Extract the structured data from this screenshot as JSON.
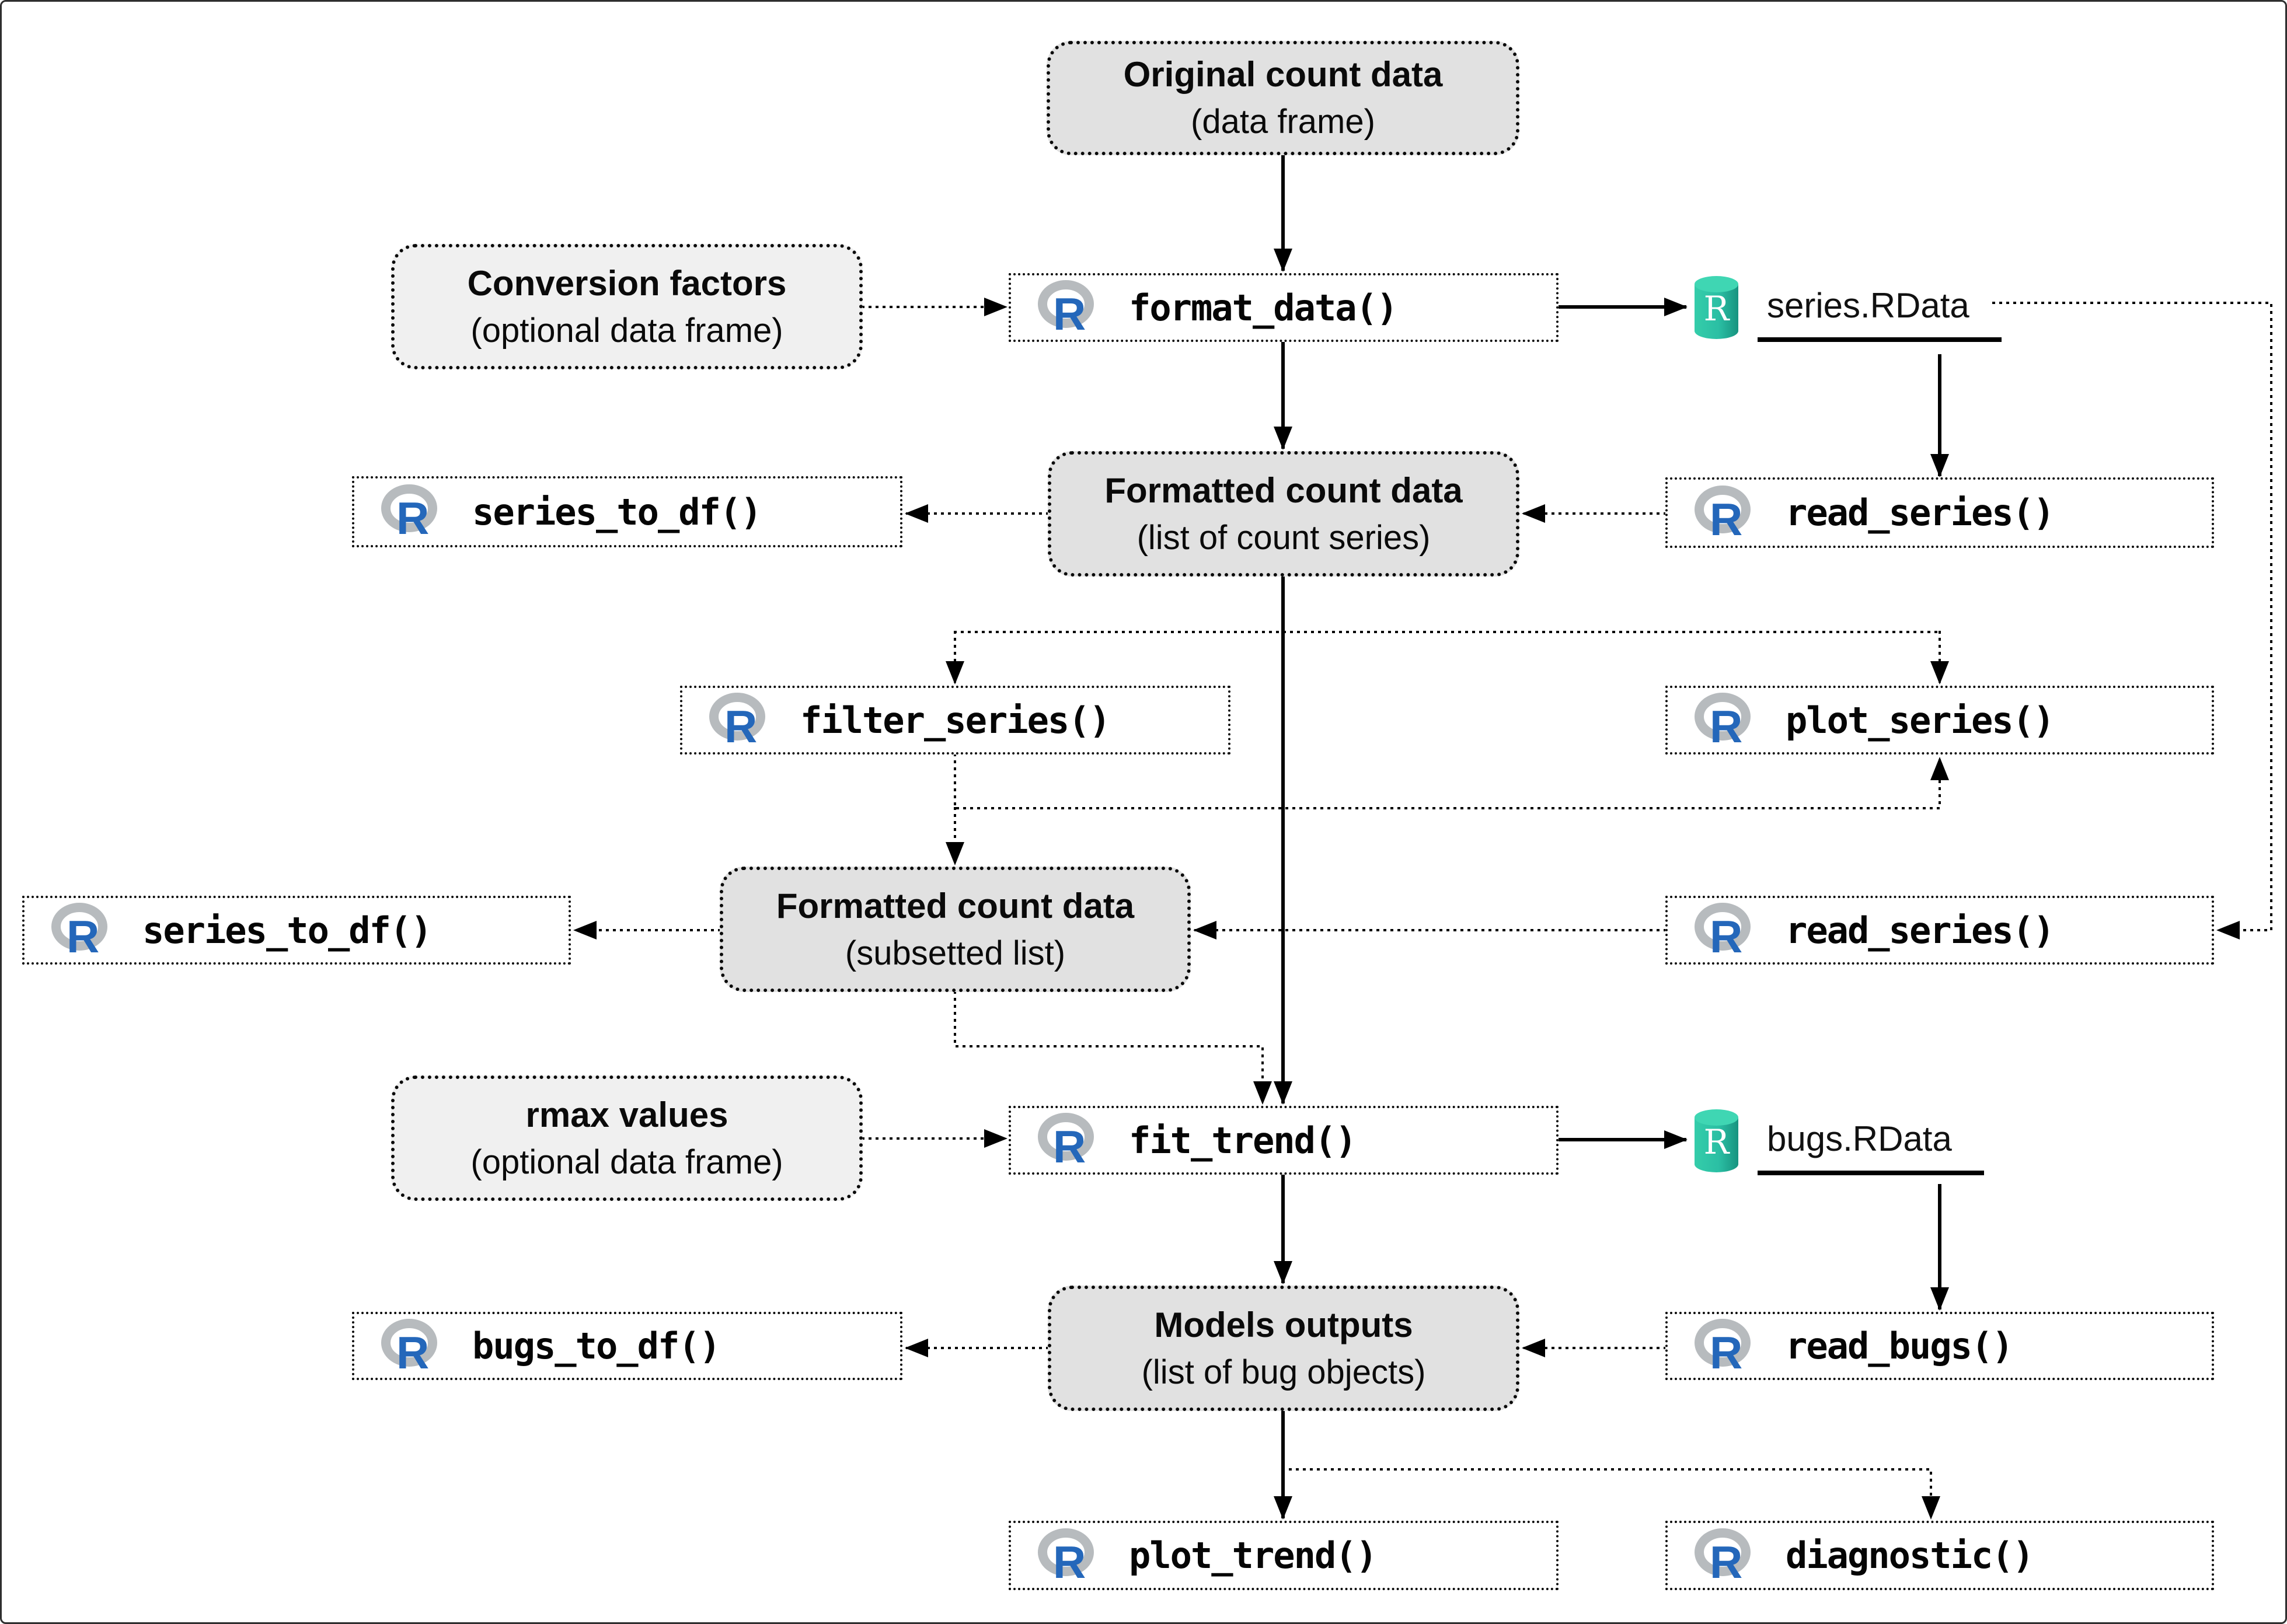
{
  "diagram": {
    "data_nodes": {
      "original": {
        "title": "Original count data",
        "subtitle": "(data frame)"
      },
      "conversion": {
        "title": "Conversion factors",
        "subtitle": "(optional data frame)"
      },
      "formatted": {
        "title": "Formatted count data",
        "subtitle": "(list of count series)"
      },
      "subsetted": {
        "title": "Formatted count data",
        "subtitle": "(subsetted list)"
      },
      "rmax": {
        "title": "rmax values",
        "subtitle": "(optional data frame)"
      },
      "models": {
        "title": "Models outputs",
        "subtitle": "(list of bug objects)"
      }
    },
    "functions": {
      "format_data": "format_data()",
      "series_to_df_1": "series_to_df()",
      "read_series_1": "read_series()",
      "filter_series": "filter_series()",
      "plot_series": "plot_series()",
      "series_to_df_2": "series_to_df()",
      "read_series_2": "read_series()",
      "fit_trend": "fit_trend()",
      "bugs_to_df": "bugs_to_df()",
      "read_bugs": "read_bugs()",
      "plot_trend": "plot_trend()",
      "diagnostic": "diagnostic()"
    },
    "files": {
      "series_rdata": "series.RData",
      "bugs_rdata": "bugs.RData"
    },
    "icons": {
      "r_logo": "r-logo-icon",
      "rdata_file": "rdata-cylinder-icon",
      "r_letter": "R"
    },
    "colors": {
      "data_box_fill": "#e1e1e1",
      "optional_box_fill": "#f0f0f0",
      "function_box_fill": "#ffffff",
      "border_black": "#0a0a0a",
      "r_logo_blue": "#2467BA",
      "r_logo_gray": "#b7bbbe",
      "rdata_teal_light": "#3fd6b3",
      "rdata_teal_dark": "#17937f"
    }
  }
}
